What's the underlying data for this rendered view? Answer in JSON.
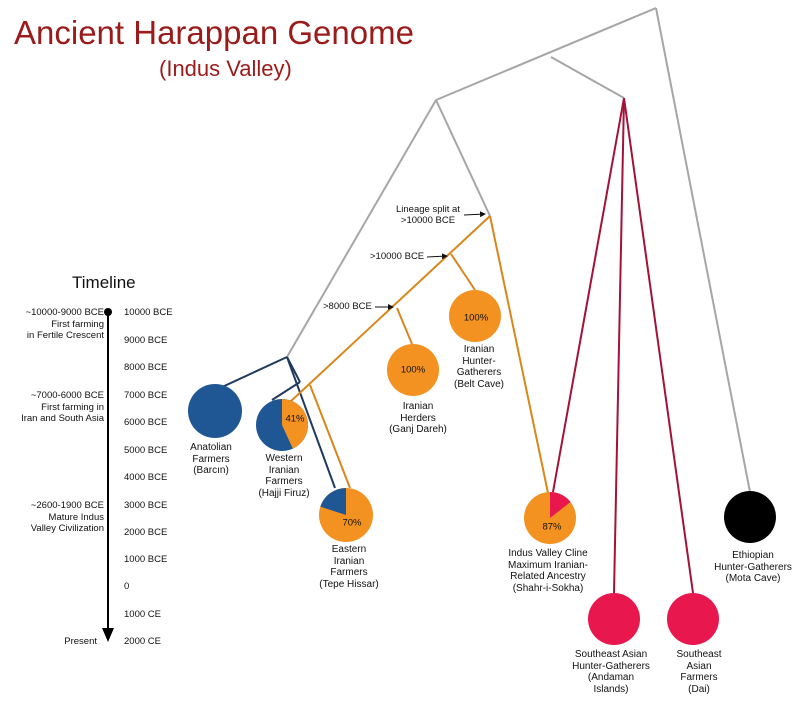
{
  "title": "Ancient Harappan Genome",
  "subtitle": "(Indus Valley)",
  "timeline": {
    "title": "Timeline",
    "dates": [
      "10000 BCE",
      "9000 BCE",
      "8000 BCE",
      "7000 BCE",
      "6000 BCE",
      "5000 BCE",
      "4000 BCE",
      "3000 BCE",
      "2000 BCE",
      "1000 BCE",
      "0",
      "1000 CE",
      "2000 CE"
    ],
    "events": [
      {
        "lines": [
          "~10000-9000 BCE",
          "First farming",
          "in Fertile Crescent"
        ]
      },
      {
        "lines": [
          "~7000-6000 BCE",
          "First farming in",
          "Iran and South Asia"
        ]
      },
      {
        "lines": [
          "~2600-1900 BCE",
          "Mature Indus",
          "Valley Civilization"
        ]
      },
      {
        "lines": [
          "Present"
        ]
      }
    ]
  },
  "splits": [
    {
      "lines": [
        "Lineage split at",
        ">10000 BCE"
      ]
    },
    {
      "lines": [
        ">10000 BCE"
      ]
    },
    {
      "lines": [
        ">8000 BCE"
      ]
    }
  ],
  "populations": [
    {
      "id": "anatolian",
      "lines": [
        "Anatolian",
        "Farmers",
        "(Barcın)"
      ],
      "iranian_pct": 0,
      "color": "#1f5795"
    },
    {
      "id": "western-iranian",
      "lines": [
        "Western",
        "Iranian",
        "Farmers",
        "(Hajji Firuz)"
      ],
      "iranian_pct": 41,
      "pct_label": "41%",
      "color": "#1f5795"
    },
    {
      "id": "eastern-iranian",
      "lines": [
        "Eastern",
        "Iranian",
        "Farmers",
        "(Tepe Hissar)"
      ],
      "iranian_pct": 70,
      "pct_label": "70%",
      "color": "#1f5795"
    },
    {
      "id": "iranian-herders",
      "lines": [
        "Iranian",
        "Herders",
        "(Ganj Dareh)"
      ],
      "iranian_pct": 100,
      "pct_label": "100%",
      "color": "#f39220"
    },
    {
      "id": "iranian-hunter-gatherers",
      "lines": [
        "Iranian",
        "Hunter-",
        "Gatherers",
        "(Belt Cave)"
      ],
      "iranian_pct": 100,
      "pct_label": "100%",
      "color": "#f39220"
    },
    {
      "id": "indus-valley-cline",
      "lines": [
        "Indus Valley Cline",
        "Maximum Iranian-",
        "Related Ancestry",
        "(Shahr-i-Sokha)"
      ],
      "iranian_pct": 87,
      "pct_label": "87%",
      "color": "#e8174d"
    },
    {
      "id": "southeast-asian-hg",
      "lines": [
        "Southeast Asian",
        "Hunter-Gatherers",
        "(Andaman",
        "Islands)"
      ],
      "iranian_pct": 0,
      "color": "#e8174d"
    },
    {
      "id": "southeast-asian-farmers",
      "lines": [
        "Southeast",
        "Asian",
        "Farmers",
        "(Dai)"
      ],
      "iranian_pct": 0,
      "color": "#e8174d"
    },
    {
      "id": "ethiopian-hg",
      "lines": [
        "Ethiopian",
        "Hunter-Gatherers",
        "(Mota Cave)"
      ],
      "iranian_pct": 0,
      "color": "#000000"
    }
  ],
  "colors": {
    "title": "#9b1b1b",
    "grey_branch": "#a6a6a6",
    "orange_branch": "#d9861a",
    "navy_branch": "#1f3a5f",
    "crimson_branch": "#a3123a",
    "iranian_orange": "#f39220",
    "anatolian_blue": "#1f5795",
    "south_asian_red": "#e8174d",
    "ethiopian_black": "#000000"
  }
}
